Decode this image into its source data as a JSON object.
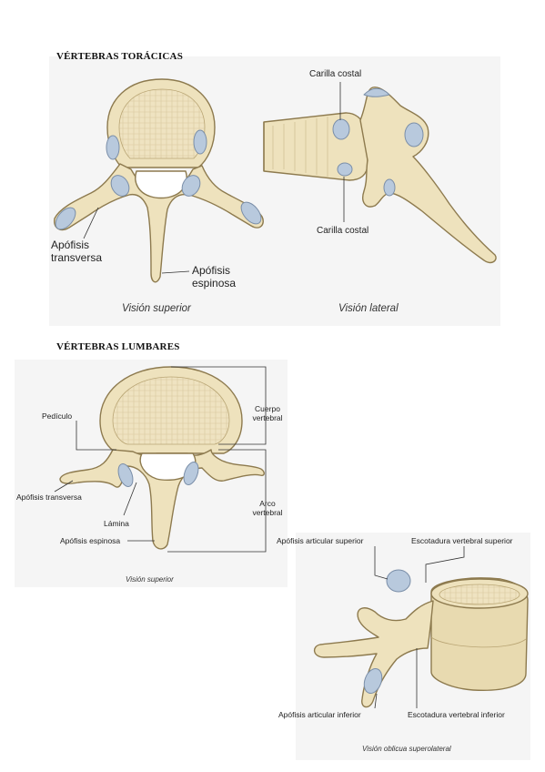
{
  "thoracic": {
    "title": "VÉRTEBRAS TORÁCICAS",
    "labels": {
      "transverse": "Apófisis\ntransversa",
      "spinous": "Apófisis\nespinosa",
      "costal_top": "Carilla costal",
      "costal_bottom": "Carilla costal"
    },
    "captions": {
      "superior": "Visión superior",
      "lateral": "Visión lateral"
    }
  },
  "lumbar": {
    "title": "VÉRTEBRAS LUMBARES",
    "labels": {
      "pedicle": "Pedículo",
      "body": "Cuerpo\nvertebral",
      "transverse": "Apófisis transversa",
      "arch": "Arco\nvertebral",
      "lamina": "Lámina",
      "spinous": "Apófisis espinosa",
      "sup_articular": "Apófisis articular superior",
      "sup_notch": "Escotadura vertebral superior",
      "inf_articular": "Apófisis articular inferior",
      "inf_notch": "Escotadura vertebral inferior"
    },
    "captions": {
      "superior": "Visión superior",
      "oblique": "Visión oblicua superolateral"
    }
  },
  "colors": {
    "bone": "#eee2bd",
    "bone_shadow": "#d5c496",
    "cartilage": "#b8c9dd",
    "background_panel": "#f4f4f4"
  }
}
